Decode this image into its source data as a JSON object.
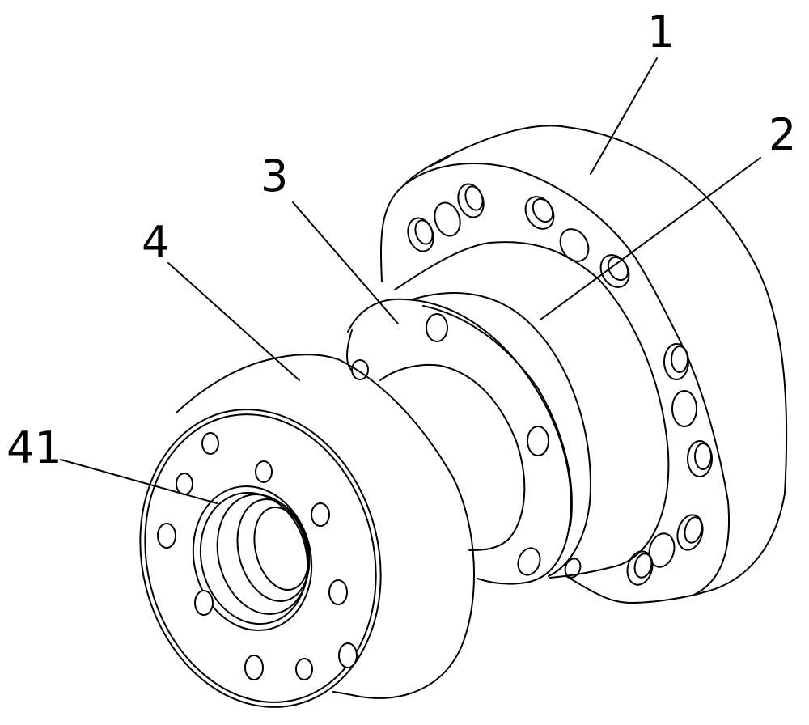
{
  "labels": {
    "flange_1": "1",
    "body_2": "2",
    "collar_3": "3",
    "hub_4": "4",
    "bore_41": "41"
  }
}
